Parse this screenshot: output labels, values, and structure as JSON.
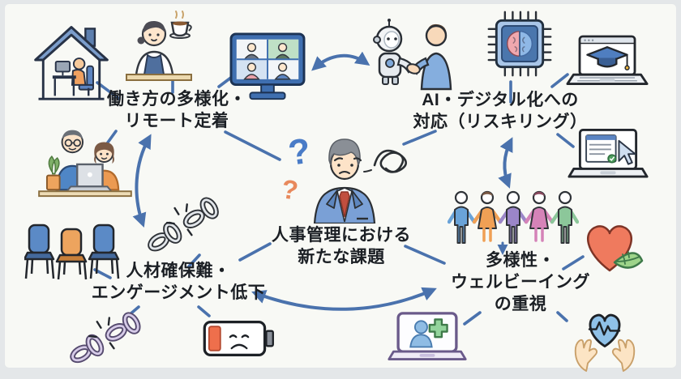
{
  "frame": {
    "background": "#f8f9f5",
    "border": "#e3e6e8"
  },
  "palette": {
    "arrow": "#4a72ad",
    "text": "#1b1f24"
  },
  "center": {
    "line1": "人事管理における",
    "line2": "新たな課題",
    "icon": "worried-manager-icon",
    "question_mark_blue": "?",
    "question_mark_orange": "?"
  },
  "nodes": {
    "work_style": {
      "line1": "働き方の多様化・",
      "line2": "リモート定着",
      "icons": [
        "work-from-home-icon",
        "cafe-work-icon",
        "video-call-monitor-icon",
        "couple-teleworking-icon"
      ]
    },
    "ai_digital": {
      "line1": "AI・デジタル化への",
      "line2": "対応（リスキリング）",
      "icons": [
        "robot-handshake-icon",
        "ai-chip-brain-icon",
        "elearning-laptop-icon",
        "online-document-laptop-icon"
      ]
    },
    "talent": {
      "line1": "人材確保難・",
      "line2": "エンゲージメント低下",
      "icons": [
        "empty-chairs-icon",
        "broken-chain-icon",
        "broken-chain-2-icon",
        "low-battery-icon"
      ]
    },
    "wellbeing": {
      "line1": "多様性・",
      "line2": "ウェルビーイング",
      "line3": "の重視",
      "icons": [
        "diverse-people-icon",
        "heart-leaf-icon",
        "telehealth-laptop-icon",
        "heart-pulse-hands-icon"
      ]
    }
  }
}
